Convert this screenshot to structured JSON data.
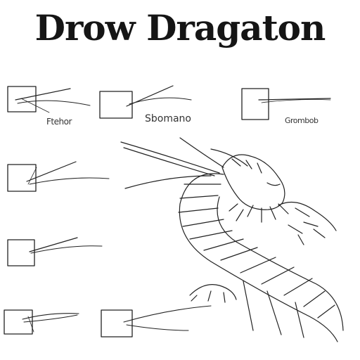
{
  "title": "Drow Dragaton",
  "captions": [
    "Ftehor",
    "Sbomano",
    "Grombob"
  ],
  "ink": "#222222"
}
